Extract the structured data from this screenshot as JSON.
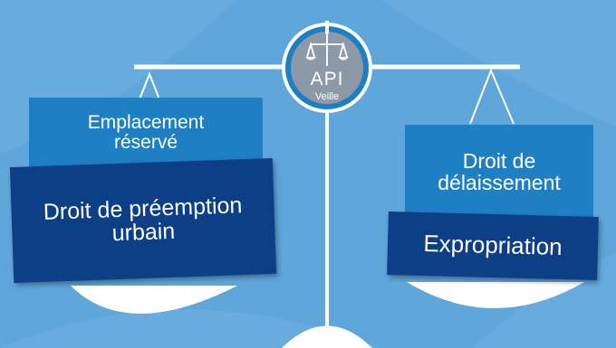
{
  "colors": {
    "background": "#5fa6db",
    "box_light": "#1f7fc3",
    "box_dark": "#0c3f86",
    "scale": "#ffffff",
    "logo_ring": "#1f7fc3",
    "logo_center": "#8c9aa7"
  },
  "left_pan": {
    "top_label": "Emplacement réservé",
    "bottom_label": "Droit de préemption urbain"
  },
  "right_pan": {
    "top_label": "Droit de délaissement",
    "bottom_label": "Expropriation"
  },
  "logo": {
    "icon": "scales-icon",
    "title": "API",
    "subtitle": "Veille"
  }
}
